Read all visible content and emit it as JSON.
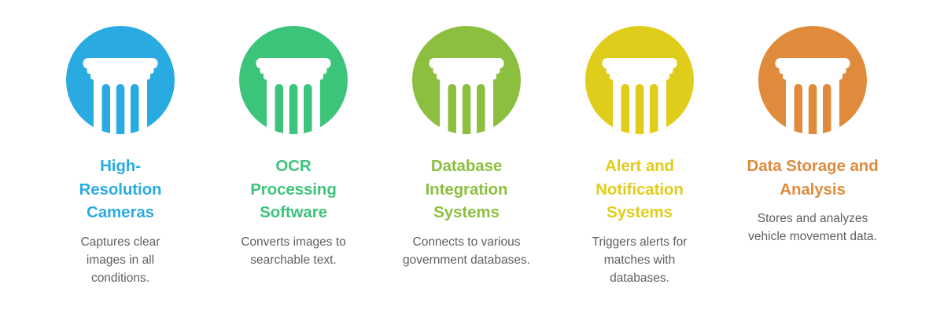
{
  "infographic": {
    "icon_name": "classical-column-icon",
    "components": [
      {
        "title": "High-Resolution Cameras",
        "description": "Captures clear images in all conditions.",
        "color": "#29abe2"
      },
      {
        "title": "OCR Processing Software",
        "description": "Converts images to searchable text.",
        "color": "#3cc47b"
      },
      {
        "title": "Database Integration Systems",
        "description": "Connects to various government databases.",
        "color": "#8cbf3f"
      },
      {
        "title": "Alert and Notification Systems",
        "description": "Triggers alerts for matches with databases.",
        "color": "#e0cc1a"
      },
      {
        "title": "Data Storage and Analysis",
        "description": "Stores and analyzes vehicle movement data.",
        "color": "#e08a3c"
      }
    ],
    "description_color": "#5f5f5f",
    "background_color": "#ffffff"
  }
}
